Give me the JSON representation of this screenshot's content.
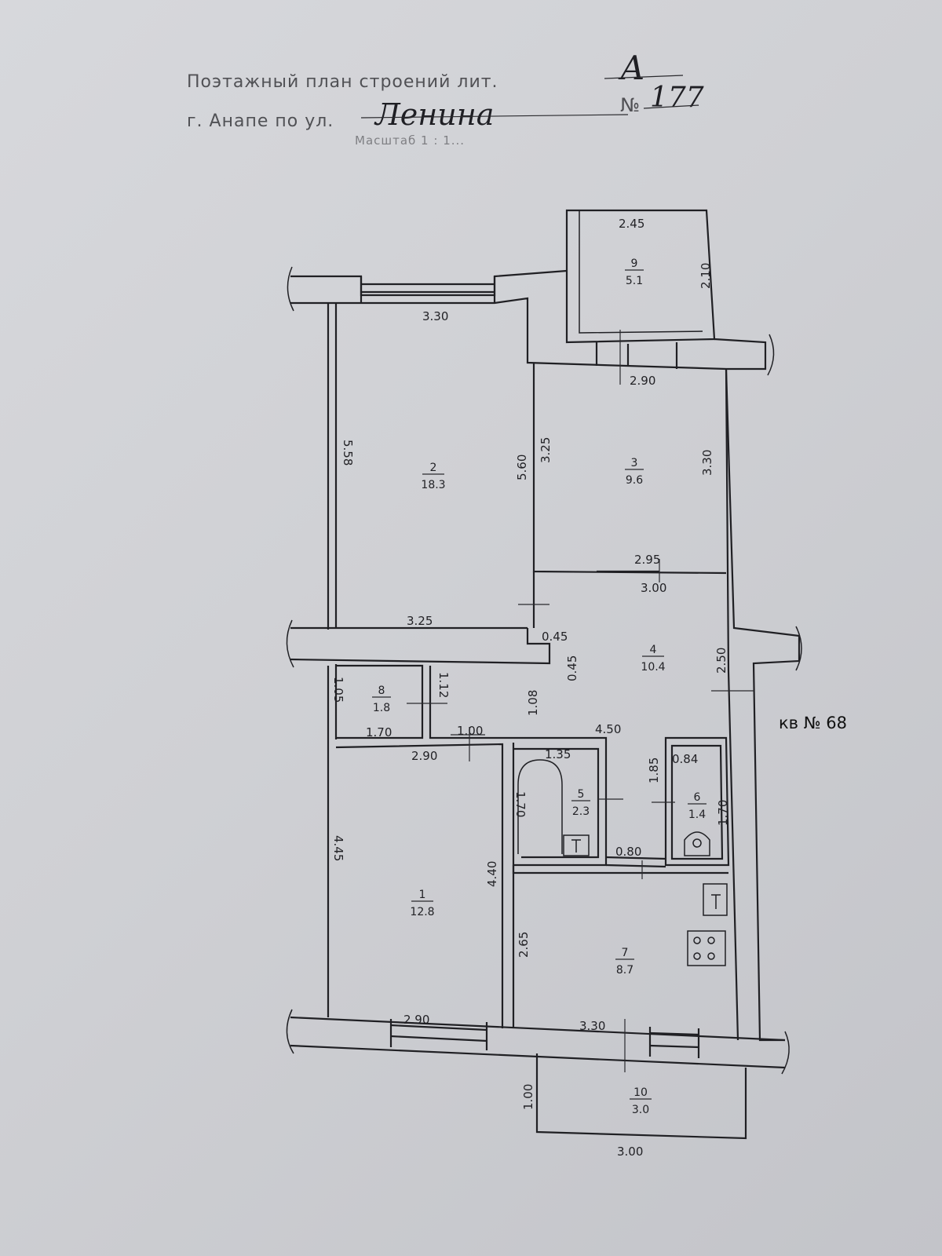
{
  "header": {
    "line1": "Поэтажный план строений лит.",
    "litera": "А",
    "line2": "г. Анапе по ул.",
    "street": "Ленина",
    "number_prefix": "№",
    "number": "177",
    "scale": "Масштаб 1 : 1..."
  },
  "apartment_label": "кв № 68",
  "rooms": [
    {
      "id": "room-1",
      "num": "1",
      "area": "12.8"
    },
    {
      "id": "room-2",
      "num": "2",
      "area": "18.3"
    },
    {
      "id": "room-3",
      "num": "3",
      "area": "9.6"
    },
    {
      "id": "room-4",
      "num": "4",
      "area": "10.4"
    },
    {
      "id": "room-5",
      "num": "5",
      "area": "2.3"
    },
    {
      "id": "room-6",
      "num": "6",
      "area": "1.4"
    },
    {
      "id": "room-7",
      "num": "7",
      "area": "8.7"
    },
    {
      "id": "room-8",
      "num": "8",
      "area": "1.8"
    },
    {
      "id": "room-9",
      "num": "9",
      "area": "5.1"
    },
    {
      "id": "room-10",
      "num": "10",
      "area": "3.0"
    }
  ],
  "dimensions": {
    "d_2_45": "2.45",
    "d_2_10": "2.10",
    "d_3_30_top": "3.30",
    "d_2_90_top": "2.90",
    "d_5_58": "5.58",
    "d_5_60": "5.60",
    "d_3_25_v": "3.25",
    "d_3_30_v": "3.30",
    "d_2_95": "2.95",
    "d_3_00_mid": "3.00",
    "d_3_25_h": "3.25",
    "d_0_45_a": "0.45",
    "d_0_45_b": "0.45",
    "d_2_50": "2.50",
    "d_1_05": "1.05",
    "d_1_12": "1.12",
    "d_1_08": "1.08",
    "d_1_70": "1.70",
    "d_1_00_mid": "1.00",
    "d_4_50": "4.50",
    "d_2_90_mid": "2.90",
    "d_1_35": "1.35",
    "d_1_70_v": "1.70",
    "d_1_85": "1.85",
    "d_0_84": "0.84",
    "d_1_70_v2": "1.70",
    "d_0_80": "0.80",
    "d_4_45": "4.45",
    "d_4_40": "4.40",
    "d_2_65": "2.65",
    "d_2_90_bot": "2.90",
    "d_3_30_bot": "3.30",
    "d_1_00_bot": "1.00",
    "d_3_00_bot": "3.00"
  }
}
